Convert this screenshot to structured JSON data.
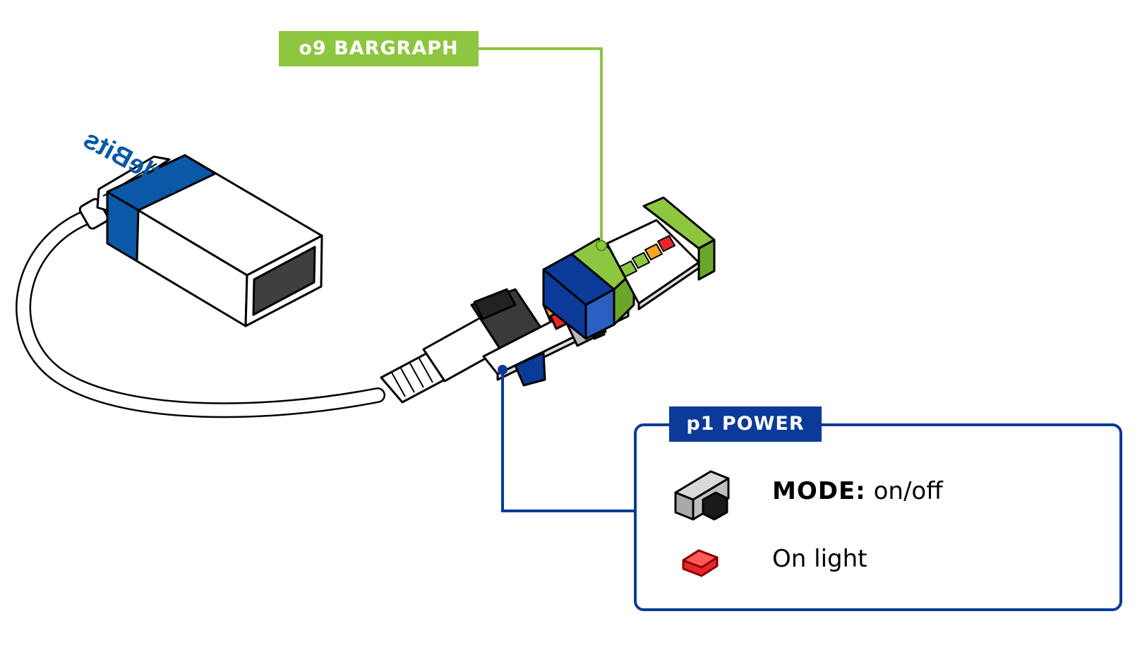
{
  "colors": {
    "bit_green": "#8dc63f",
    "power_blue": "#0b3a99",
    "led_red": "#e8262b",
    "led_orange": "#f6a623",
    "switch_gray": "#b9b9b9",
    "battery_blue": "#0b58a6"
  },
  "battery": {
    "brand": "littleBits"
  },
  "labels": {
    "bargraph": "o9 BARGRAPH",
    "power": "p1 POWER"
  },
  "power_legend": {
    "mode_key": "MODE:",
    "mode_value": " on/off",
    "light_text": "On light"
  },
  "icons": [
    "slide-switch-icon",
    "red-led-icon"
  ]
}
